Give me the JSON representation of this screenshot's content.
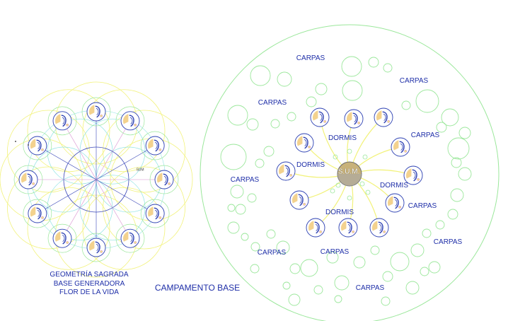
{
  "labels": {
    "carpas": "CARPAS",
    "dormis": "DORMIS",
    "sum": "S.U.M.",
    "campamento": "CAMPAMENTO BASE",
    "small_label": "SUM"
  },
  "caption": {
    "line1": "GEOMETRÍA SAGRADA",
    "line2": "BASE GENERADORA",
    "line3": "FLOR DE LA VIDA"
  },
  "colors": {
    "text": "#1f2fa8",
    "green": "#9be79b",
    "yellow": "#f2f27a",
    "cyan": "#8fe3e3",
    "pink": "#d88fcf",
    "center_fill": "#c8b27a",
    "dorm_fill": "#f3d28e",
    "dorm_line": "#2b3fb2"
  }
}
